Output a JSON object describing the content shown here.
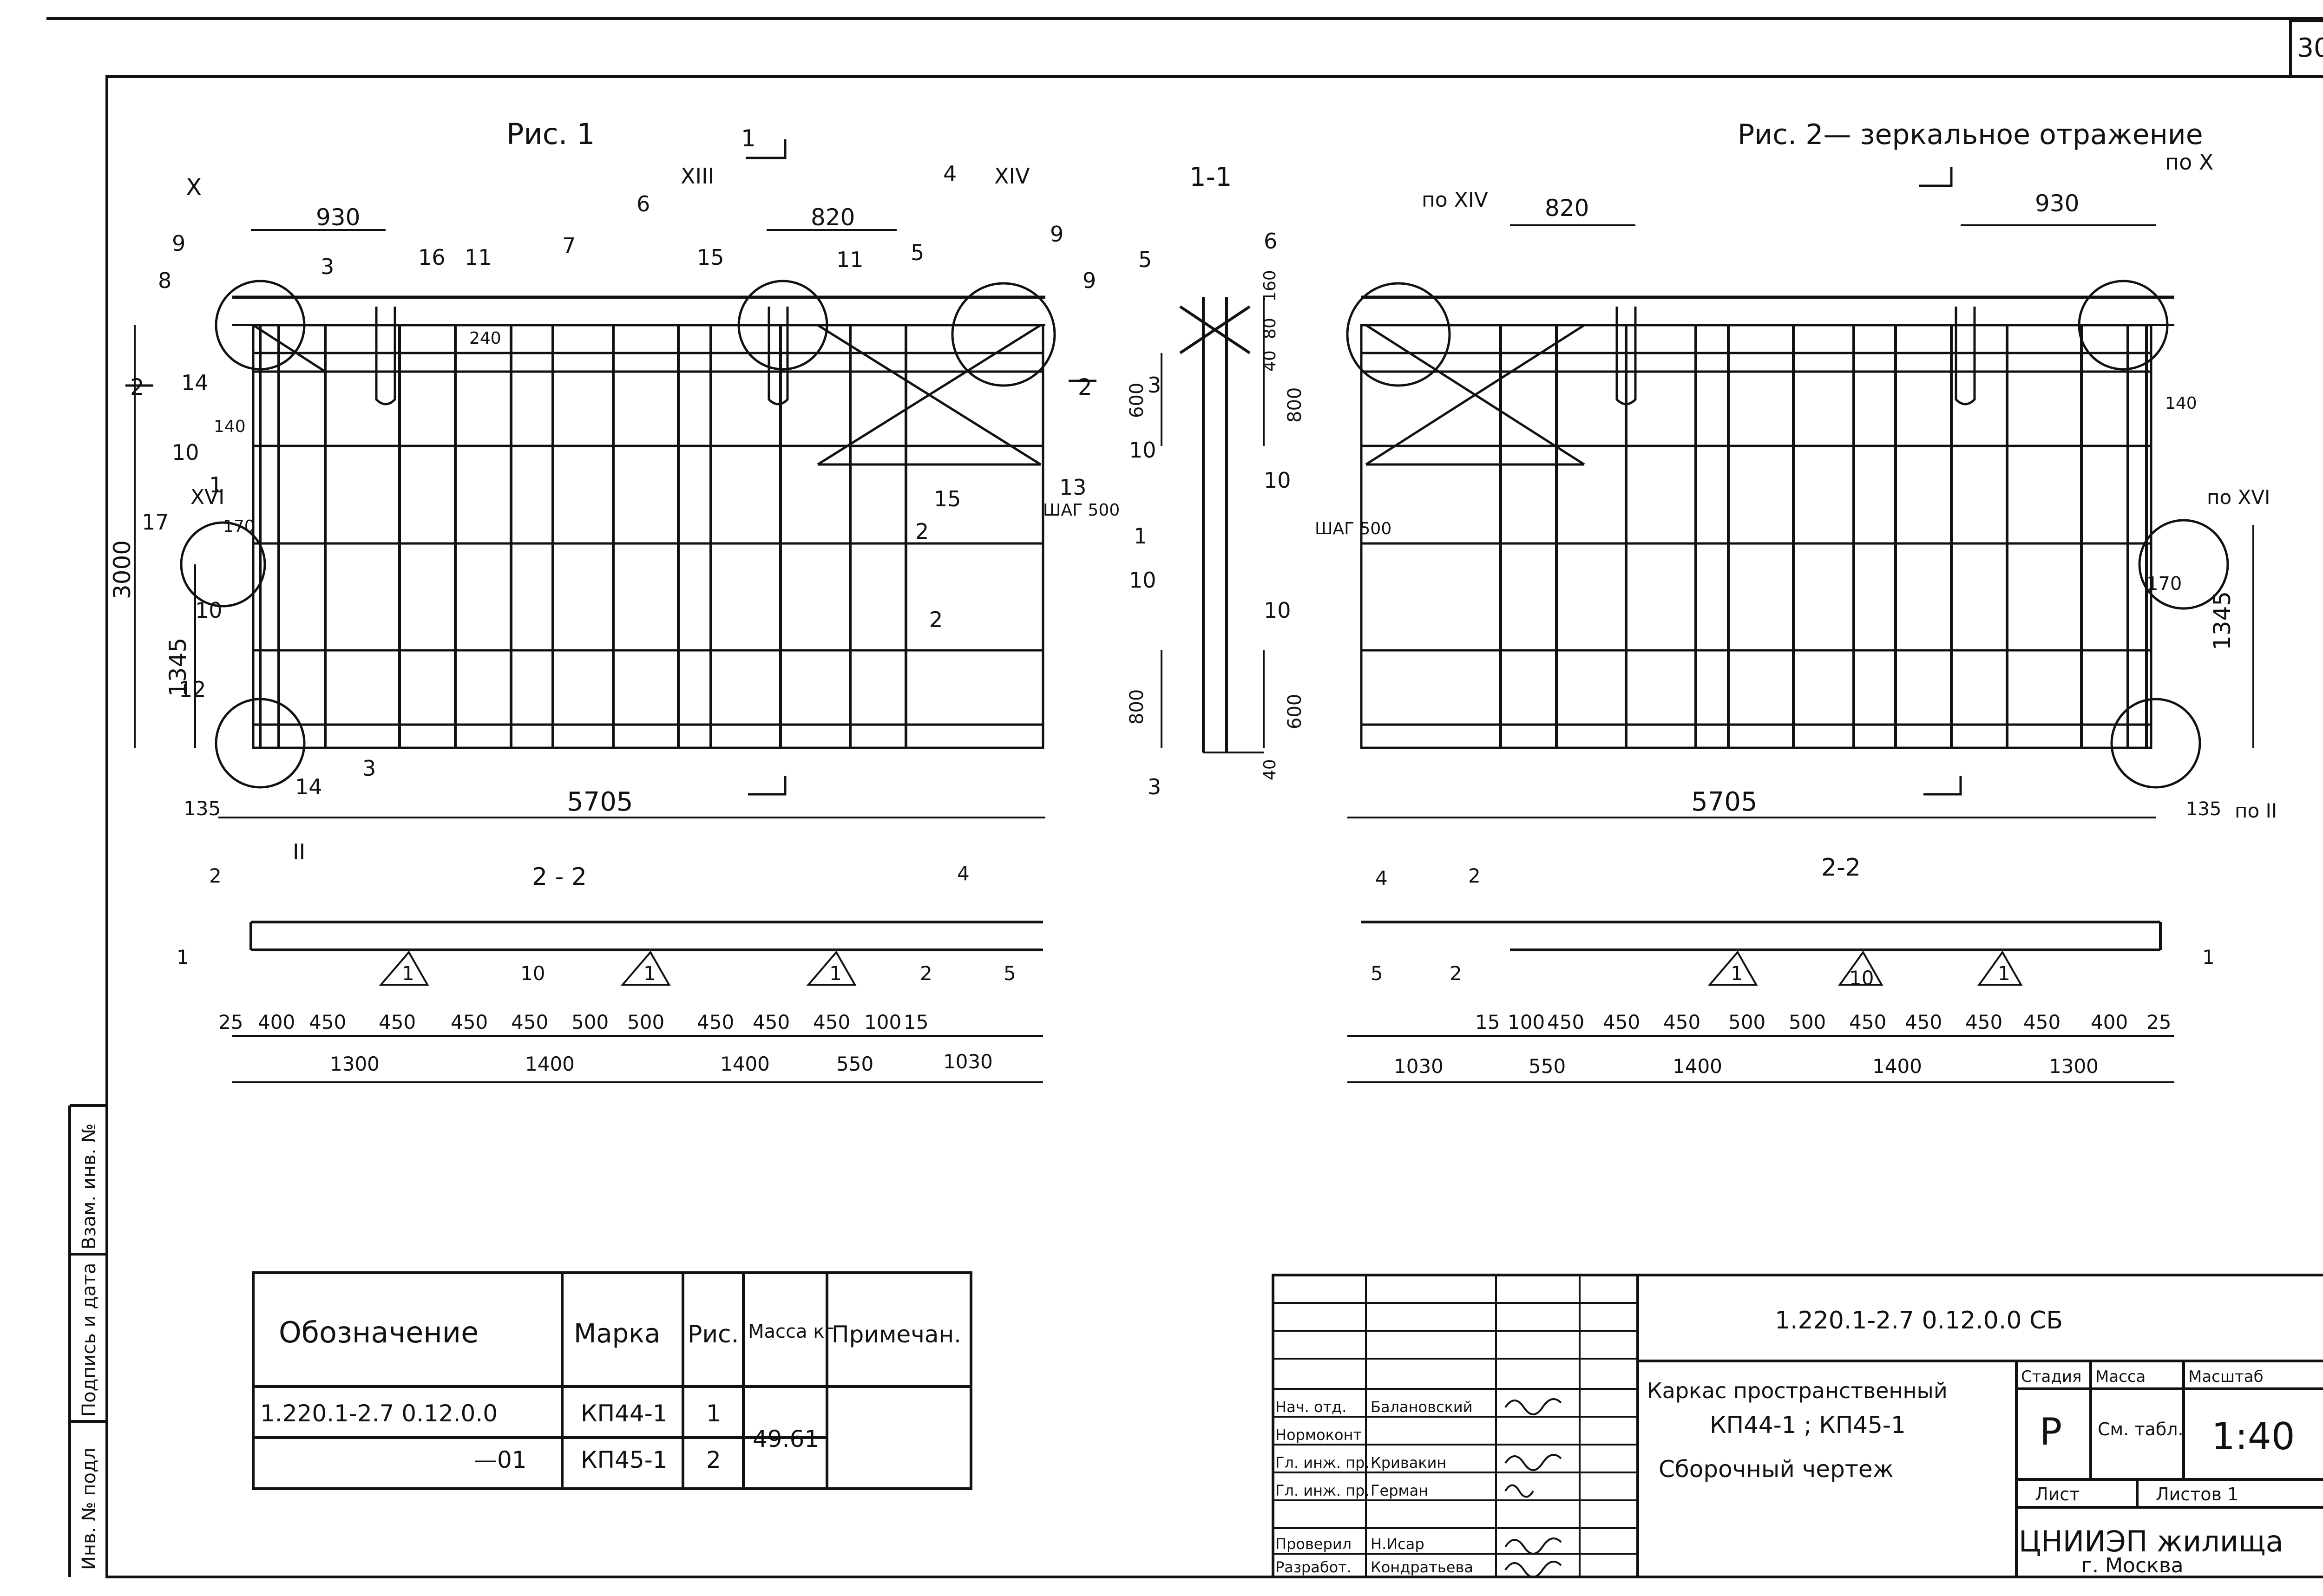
{
  "sheet_number": "30",
  "fig1": {
    "title": "Рис. 1",
    "dims": {
      "d930": "930",
      "d820": "820",
      "d3000": "3000",
      "d1345": "1345",
      "d5705": "5705",
      "d135": "135",
      "d140": "140",
      "d240": "240",
      "d170": "170"
    },
    "callouts": [
      "9",
      "8",
      "3",
      "16",
      "11",
      "7",
      "6",
      "15",
      "11",
      "5",
      "4",
      "9",
      "9",
      "12",
      "14",
      "10",
      "1",
      "17",
      "10",
      "12",
      "14",
      "3",
      "2",
      "2",
      "15",
      "13",
      "6"
    ],
    "roman": {
      "x": "X",
      "xiii": "XIII",
      "xiv": "XIV",
      "xvi": "XVI",
      "ii": "II"
    },
    "step": "ШАГ 500",
    "cut_mark": "1",
    "cut2_left": "2",
    "cut2_right": "2"
  },
  "fig2": {
    "title": "Рис. 2— зеркальное отражение",
    "dims": {
      "d820": "820",
      "d930": "930",
      "d5705": "5705",
      "d1345": "1345",
      "d170": "170",
      "d140": "140",
      "d135": "135"
    },
    "roman": {
      "po_xiv": "по XIV",
      "po_x": "по X",
      "po_xvi": "по XVI",
      "po_ii": "по II"
    },
    "step": "ШАГ 500"
  },
  "section_11": {
    "title": "1-1",
    "dims": {
      "d600a": "600",
      "d160": "160",
      "d80": "80",
      "d40a": "40",
      "d800a": "800",
      "d800b": "800",
      "d600b": "600",
      "d40b": "40"
    },
    "callouts": [
      "5",
      "6",
      "3",
      "10",
      "10",
      "1",
      "10",
      "10",
      "3"
    ]
  },
  "section_22_left": {
    "title": "2 - 2",
    "spacing": [
      "25",
      "400",
      "450",
      "450",
      "450",
      "450",
      "500",
      "500",
      "450",
      "450",
      "450",
      "100",
      "15"
    ],
    "groups": [
      "1300",
      "1400",
      "1400",
      "550",
      "1030"
    ],
    "callouts": [
      "2",
      "1",
      "4",
      "10",
      "1",
      "1",
      "1",
      "2",
      "5"
    ]
  },
  "section_22_right": {
    "title": "2-2",
    "spacing": [
      "15",
      "100",
      "450",
      "450",
      "450",
      "500",
      "500",
      "450",
      "450",
      "450",
      "450",
      "400",
      "25"
    ],
    "groups": [
      "1030",
      "550",
      "1400",
      "1400",
      "1300"
    ],
    "callouts": [
      "4",
      "5",
      "2",
      "2",
      "1",
      "10",
      "1",
      "1"
    ]
  },
  "spec_table": {
    "headers": [
      "Обозначение",
      "Марка",
      "Рис.",
      "Масса кг",
      "Примечан."
    ],
    "rows": [
      {
        "designation": "1.220.1-2.7    0.12.0.0",
        "mark": "КП44-1",
        "fig": "1",
        "mass": "49.61",
        "note": ""
      },
      {
        "designation": "—01",
        "mark": "КП45-1",
        "fig": "2",
        "mass": "",
        "note": ""
      }
    ]
  },
  "side_stamp": [
    "Инв. № подл",
    "Подпись и дата",
    "Взам. инв. №"
  ],
  "title_block": {
    "code": "1.220.1-2.7     0.12.0.0 СБ",
    "name_line1": "Каркас пространственный",
    "name_line2": "КП44-1 ; КП45-1",
    "name_line3": "Сборочный чертеж",
    "stage_label": "Стадия",
    "stage_value": "Р",
    "mass_label": "Масса",
    "mass_value": "См. табл.",
    "scale_label": "Масштаб",
    "scale_value": "1:40",
    "sheet_label": "Лист",
    "sheets_label": "Листов 1",
    "org_line1": "ЦНИИЭП жилища",
    "org_line2": "г. Москва",
    "signatures": [
      {
        "role": "Нач. отд.",
        "name": "Балановский"
      },
      {
        "role": "Нормоконт",
        "name": ""
      },
      {
        "role": "Гл. инж. пр.",
        "name": "Кривакин"
      },
      {
        "role": "Гл. инж. пр.",
        "name": "Герман"
      },
      {
        "role": "",
        "name": ""
      },
      {
        "role": "Проверил",
        "name": "Н.Исар"
      },
      {
        "role": "Разработ.",
        "name": "Кондратьева"
      }
    ]
  }
}
